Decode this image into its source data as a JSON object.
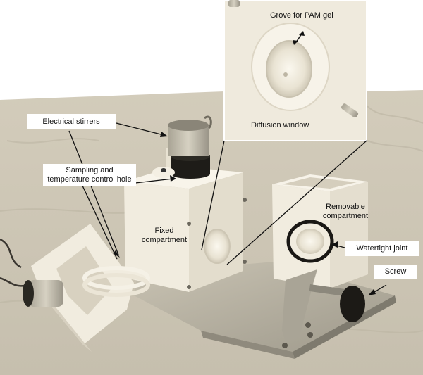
{
  "labels": {
    "electrical_stirrers": "Electrical stirrers",
    "sampling_line1": "Sampling and",
    "sampling_line2": "temperature control hole",
    "fixed_line1": "Fixed",
    "fixed_line2": "compartment",
    "removable_line1": "Removable",
    "removable_line2": "compartment",
    "watertight_joint": "Watertight joint",
    "screw": "Screw",
    "grove": "Grove for PAM gel",
    "diffusion_window": "Diffusion window"
  }
}
